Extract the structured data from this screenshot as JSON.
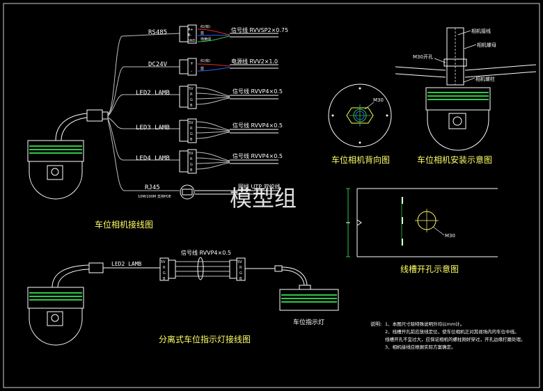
{
  "diagrams": {
    "wiring_title": "车位相机接线图",
    "back_view_title": "车位相机背向图",
    "install_title": "车位相机安装示意图",
    "slot_title": "线槽开孔示意图",
    "indicator_title": "分离式车位指示灯接线图",
    "indicator_device_label": "车位指示灯"
  },
  "connectors": [
    {
      "name": "RS485",
      "pins": [
        "A+",
        "B-",
        "GND"
      ],
      "pin_notes": [
        "红(棕)",
        "蓝",
        "地黄绿"
      ],
      "cable": "信号线 RVVSP2×0.75"
    },
    {
      "name": "DC24V",
      "pins": [
        "+",
        "-"
      ],
      "pin_notes": [
        "红(棕)",
        "蓝"
      ],
      "cable": "电源线 RVV2×1.0"
    },
    {
      "name": "LED2 LAMB",
      "pins": [
        "5V",
        "R",
        "G",
        "B"
      ],
      "cable": "信号线 RVVP4×0.5"
    },
    {
      "name": "LED3 LAMB",
      "pins": [
        "5V",
        "R",
        "G",
        "B"
      ],
      "cable": "信号线 RVVP4×0.5"
    },
    {
      "name": "LED4 LAMB",
      "pins": [
        "5V",
        "R",
        "G",
        "B"
      ],
      "cable": "信号线 RVVP4×0.5"
    }
  ],
  "rj45": {
    "label": "RJ45",
    "sub_label": "10M/100M 支持POE",
    "cable": "网线 UTP 双绞线"
  },
  "back_view": {
    "label": "M30"
  },
  "install": {
    "labels": [
      "相机接线",
      "相机螺母",
      "M30开孔",
      "相机螺柱"
    ]
  },
  "slot": {
    "label": "M30"
  },
  "indicator_wiring": {
    "connector": "LED2 LAMB",
    "pins": [
      "5V",
      "R",
      "G",
      "B"
    ],
    "cable": "信号线 RVVP4×0.5"
  },
  "notes": {
    "heading": "说明:",
    "lines": [
      "1、本图尺寸除特殊说明外均以mm计。",
      "2、线槽开孔前应放线定位，使车位相机正对其视场内的车位中线。",
      "线槽开孔不宜过大，应保证相机的螺柱刚好穿过，开孔边缘打磨处理。",
      "3、相机接线应根据实际方案确定。"
    ]
  },
  "watermark": "模型组",
  "colors": {
    "background": "#000000",
    "stroke": "#ffffff",
    "accent_green": "#2ec84a",
    "wire_red": "#e03030",
    "wire_blue": "#3060ff",
    "wire_yellow": "#e0e040"
  }
}
